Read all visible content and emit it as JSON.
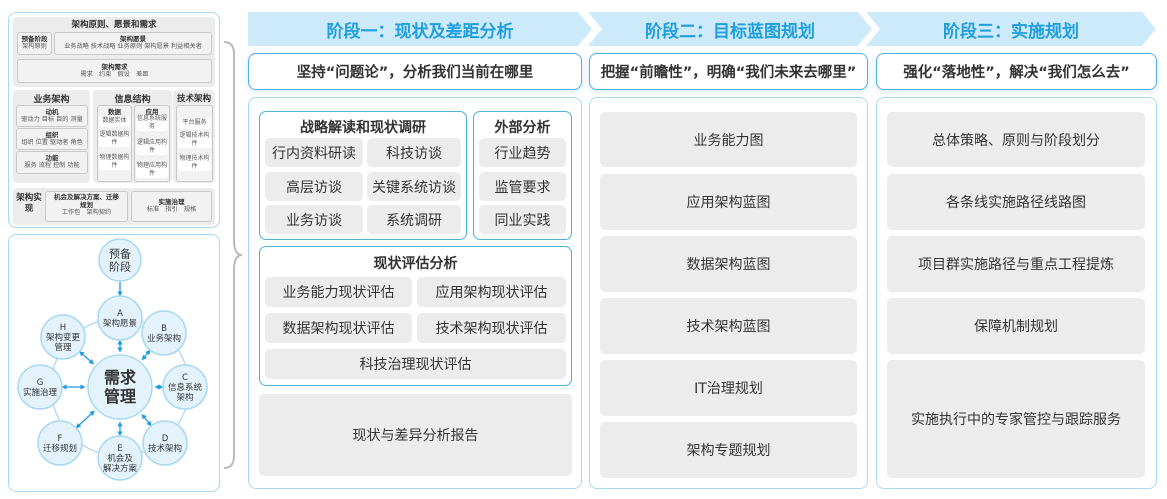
{
  "togaf_panel": {
    "section1_title": "架构原则、愿景和需求",
    "preliminary": {
      "title": "预备阶段",
      "items": "架构原则"
    },
    "vision": {
      "title": "架构愿景",
      "items": "业务战略 技术战略 业务原则 架构愿景 利益相关者"
    },
    "requirements": {
      "title": "架构需求",
      "items": "需求　约束　假设　差距"
    },
    "business": {
      "title": "业务架构",
      "blocks": [
        {
          "title": "动机",
          "items": "驱动力 目标 目的 测量"
        },
        {
          "title": "组织",
          "items": "组织 位置 驱动者 角色"
        },
        {
          "title": "功能",
          "items": "服务 流程 控制 功能"
        }
      ]
    },
    "information": {
      "title": "信息结构",
      "data": {
        "title": "数据",
        "items": [
          "数据实体",
          "逻辑数据构件",
          "物理数据构件"
        ]
      },
      "app": {
        "title": "应用",
        "items": [
          "信息系统服务",
          "逻辑应用构件",
          "物理应用构件"
        ]
      }
    },
    "technology": {
      "title": "技术架构",
      "items": [
        "平台服务",
        "逻辑技术构件",
        "物理技术构件"
      ]
    },
    "realization": {
      "title": "架构实现",
      "opportunity": {
        "title": "机会及解决方案、迁移规划",
        "items": "工作包　架构契约"
      },
      "governance": {
        "title": "实施治理",
        "items": "标准　指引　规格"
      }
    }
  },
  "adm_cycle": {
    "preliminary": [
      "预备",
      "阶段"
    ],
    "center": [
      "需求",
      "管理"
    ],
    "phases": [
      {
        "letter": "A",
        "lines": [
          "架构愿景"
        ]
      },
      {
        "letter": "B",
        "lines": [
          "业务架构"
        ]
      },
      {
        "letter": "C",
        "lines": [
          "信息系统",
          "架构"
        ]
      },
      {
        "letter": "D",
        "lines": [
          "技术架构"
        ]
      },
      {
        "letter": "E",
        "lines": [
          "机会及",
          "解决方案"
        ]
      },
      {
        "letter": "F",
        "lines": [
          "迁移规划"
        ]
      },
      {
        "letter": "G",
        "lines": [
          "实施治理"
        ]
      },
      {
        "letter": "H",
        "lines": [
          "架构变更",
          "管理"
        ]
      }
    ]
  },
  "stages": [
    {
      "title": "阶段一：现状及差距分析",
      "motto": "坚持“问题论”，分析我们当前在哪里"
    },
    {
      "title": "阶段二：目标蓝图规划",
      "motto": "把握“前瞻性”，明确“我们未来去哪里”"
    },
    {
      "title": "阶段三：实施规划",
      "motto": "强化“落地性”，解决“我们怎么去”"
    }
  ],
  "stage1": {
    "strategy": {
      "title": "战略解读和现状调研",
      "items": [
        "行内资料研读",
        "科技访谈",
        "高层访谈",
        "关键系统访谈",
        "业务访谈",
        "系统调研"
      ]
    },
    "external": {
      "title": "外部分析",
      "items": [
        "行业趋势",
        "监管要求",
        "同业实践"
      ]
    },
    "assessment": {
      "title": "现状评估分析",
      "items": [
        "业务能力现状评估",
        "应用架构现状评估",
        "数据架构现状评估",
        "技术架构现状评估",
        "科技治理现状评估"
      ]
    },
    "report": "现状与差异分析报告"
  },
  "stage2": {
    "items": [
      "业务能力图",
      "应用架构蓝图",
      "数据架构蓝图",
      "技术架构蓝图",
      "IT治理规划",
      "架构专题规划"
    ]
  },
  "stage3": {
    "items": [
      "总体策略、原则与阶段划分",
      "各条线实施路径线路图",
      "项目群实施路径与重点工程提炼",
      "保障机制规划",
      "实施执行中的专家管控与跟踪服务"
    ]
  },
  "colors": {
    "accent": "#1f9ee0",
    "banner_bg": "#cdeafa",
    "border": "#4fb0e3",
    "item_bg": "#ececec"
  }
}
